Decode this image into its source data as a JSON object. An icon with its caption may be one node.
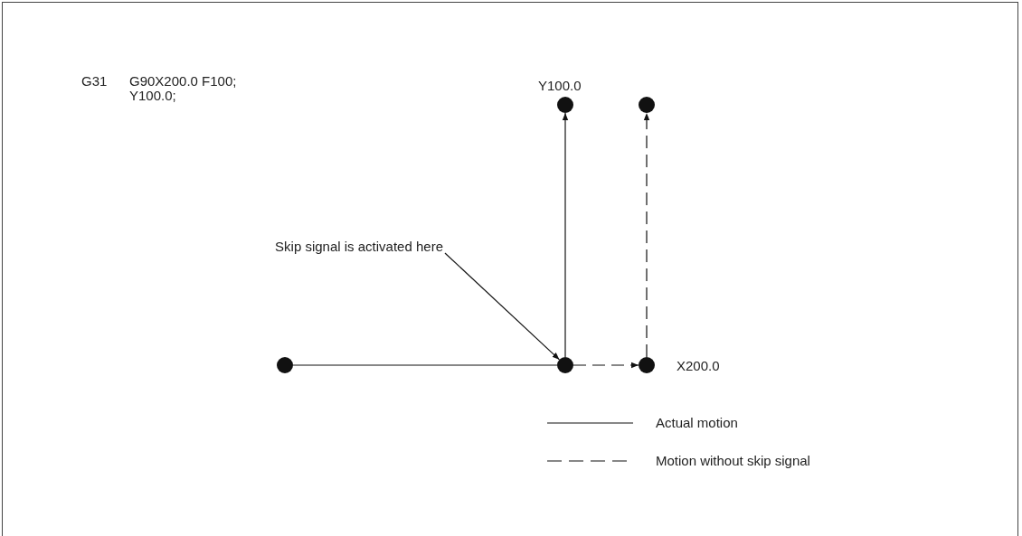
{
  "diagram": {
    "nodes": [
      {
        "text": [],
        "shape": "circle"
      },
      {
        "text": [],
        "shape": "circle"
      },
      {
        "text": [],
        "shape": "circle",
        "beside": [
          "X200.0"
        ]
      },
      {
        "text": [],
        "shape": "circle",
        "beside": [
          "Y100.0"
        ]
      },
      {
        "text": [],
        "shape": "circle"
      },
      {
        "text": [
          "Skip signal is activated here"
        ]
      }
    ],
    "edges": [
      {
        "from": 0,
        "to": 1,
        "arrow": "none"
      },
      {
        "from": 1,
        "to": 3,
        "arrow": "to"
      },
      {
        "from": 1,
        "to": 2,
        "arrow": "to",
        "style": "dashed"
      },
      {
        "from": 2,
        "to": 4,
        "arrow": "to",
        "style": "dashed"
      },
      {
        "from": 5,
        "to": 1,
        "arrow": "to"
      }
    ],
    "labels": [
      "G31",
      "G90X200.0 F100; Y100.0;"
    ],
    "legend": [
      {
        "text": "Actual motion"
      },
      {
        "text": "Motion without skip signal"
      }
    ]
  }
}
